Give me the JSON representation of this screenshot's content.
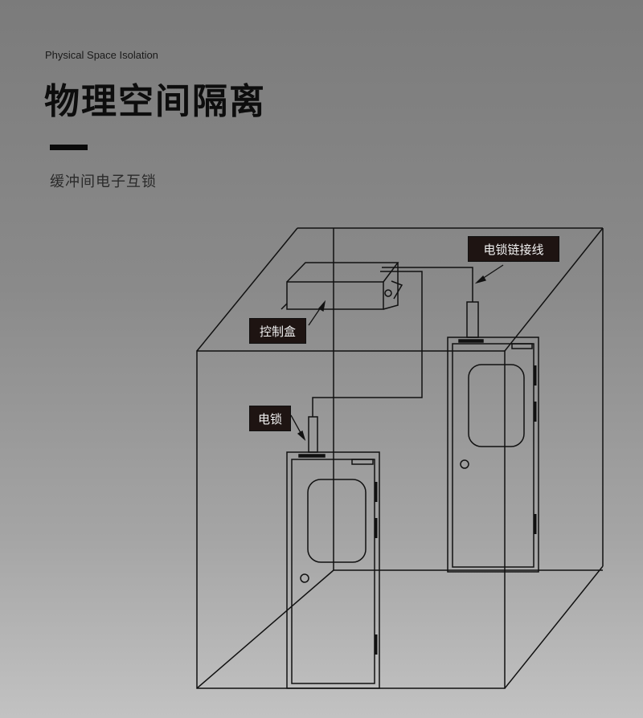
{
  "header": {
    "subtitle_en": "Physical Space Isolation",
    "title": "物理空间隔离",
    "description": "缓冲间电子互锁"
  },
  "diagram": {
    "labels": {
      "lock_wire": "电锁链接线",
      "control_box": "控制盒",
      "electric_lock": "电锁"
    },
    "colors": {
      "line": "#111111",
      "label_bg": "#1e1412",
      "label_text": "#f2f2f2"
    }
  }
}
